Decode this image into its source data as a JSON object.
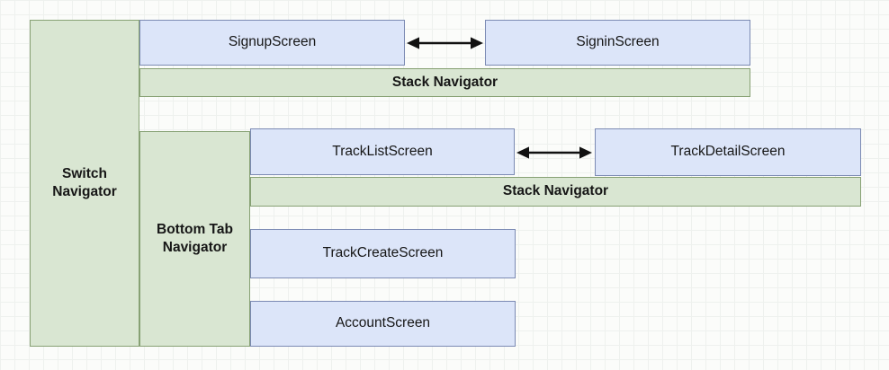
{
  "colors": {
    "canvas_bg": "#fbfcfa",
    "grid_line": "#eef1ee",
    "screen_fill": "#dce5f9",
    "screen_border": "#7b8ab3",
    "navigator_fill": "#d9e6d2",
    "navigator_border": "#87a174",
    "arrow_color": "#111111",
    "text_color": "#161616"
  },
  "nodes": {
    "switch_navigator": {
      "label": "Switch Navigator"
    },
    "signup_screen": {
      "label": "SignupScreen"
    },
    "signin_screen": {
      "label": "SigninScreen"
    },
    "auth_stack_navigator": {
      "label": "Stack Navigator"
    },
    "bottom_tab_navigator": {
      "label": "Bottom Tab Navigator"
    },
    "track_list_screen": {
      "label": "TrackListScreen"
    },
    "track_detail_screen": {
      "label": "TrackDetailScreen"
    },
    "track_stack_navigator": {
      "label": "Stack Navigator"
    },
    "track_create_screen": {
      "label": "TrackCreateScreen"
    },
    "account_screen": {
      "label": "AccountScreen"
    }
  },
  "arrows": [
    {
      "name": "signup-signin-arrow",
      "type": "bidirectional-horizontal"
    },
    {
      "name": "tracklist-trackdetail-arrow",
      "type": "bidirectional-horizontal"
    }
  ]
}
